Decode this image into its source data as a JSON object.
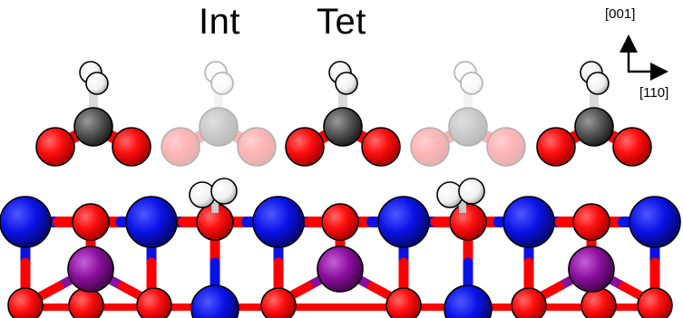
{
  "labels": {
    "site_int": "Int",
    "site_tet": "Tet",
    "axis_vertical": "[001]",
    "axis_horizontal": "[110]"
  },
  "colors": {
    "oxygen": "#ff0000",
    "metal_blue": "#0a12e6",
    "metal_purple": "#8a0f9c",
    "carbon": "#555555",
    "hydrogen": "#ffffff",
    "bond_light": "#d9d9d9"
  },
  "molecules": [
    {
      "site": "Tet",
      "faded": false
    },
    {
      "site": "Int",
      "faded": true
    },
    {
      "site": "Tet",
      "faded": false
    },
    {
      "site": "Int",
      "faded": true
    },
    {
      "site": "Tet",
      "faded": false
    }
  ]
}
